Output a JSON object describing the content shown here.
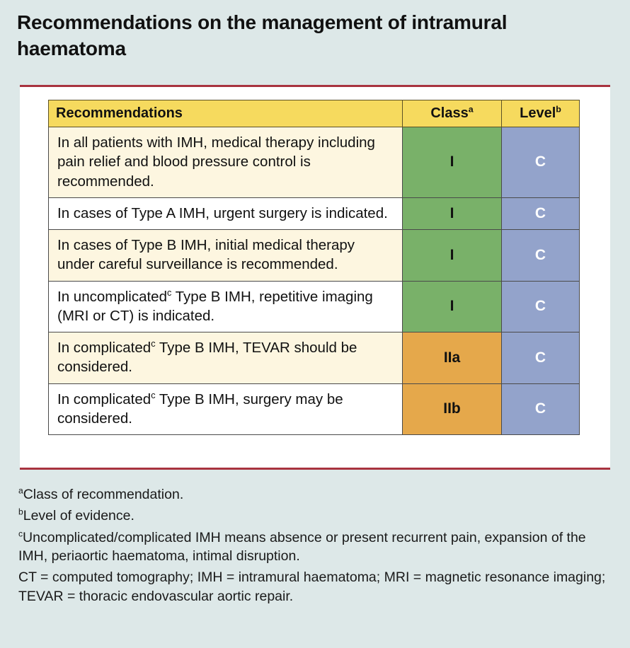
{
  "document": {
    "title": "Recommendations on the management of intramural haematoma"
  },
  "table": {
    "headers": {
      "recommendations": "Recommendations",
      "class": "Class",
      "class_sup": "a",
      "level": "Level",
      "level_sup": "b"
    },
    "rows": [
      {
        "recommendation": "In all patients with IMH, medical therapy including pain relief and blood pressure control is recommended.",
        "recommendation_sup": "",
        "recommendation_tail": "",
        "class": "I",
        "class_color": "#79b169",
        "level": "C",
        "level_color": "#93a3cb",
        "row_bg": "#fdf6e0"
      },
      {
        "recommendation": "In cases of Type A IMH, urgent surgery is indicated.",
        "recommendation_sup": "",
        "recommendation_tail": "",
        "class": "I",
        "class_color": "#79b169",
        "level": "C",
        "level_color": "#93a3cb",
        "row_bg": "#ffffff"
      },
      {
        "recommendation": "In cases of Type B IMH, initial medical therapy under careful surveillance is recommended.",
        "recommendation_sup": "",
        "recommendation_tail": "",
        "class": "I",
        "class_color": "#79b169",
        "level": "C",
        "level_color": "#93a3cb",
        "row_bg": "#fdf6e0"
      },
      {
        "recommendation": "In uncomplicated",
        "recommendation_sup": "c",
        "recommendation_tail": " Type B IMH, repetitive imaging (MRI or CT) is indicated.",
        "class": "I",
        "class_color": "#79b169",
        "level": "C",
        "level_color": "#93a3cb",
        "row_bg": "#ffffff"
      },
      {
        "recommendation": "In complicated",
        "recommendation_sup": "c",
        "recommendation_tail": " Type B IMH, TEVAR should be considered.",
        "class": "IIa",
        "class_color": "#e5a84b",
        "level": "C",
        "level_color": "#93a3cb",
        "row_bg": "#fdf6e0"
      },
      {
        "recommendation": "In complicated",
        "recommendation_sup": "c",
        "recommendation_tail": " Type B IMH, surgery may be considered.",
        "class": "IIb",
        "class_color": "#e5a84b",
        "level": "C",
        "level_color": "#93a3cb",
        "row_bg": "#ffffff"
      }
    ]
  },
  "footnotes": {
    "a_marker": "a",
    "a_text": "Class of recommendation.",
    "b_marker": "b",
    "b_text": "Level of evidence.",
    "c_marker": "c",
    "c_text": "Uncomplicated/complicated IMH means absence or present recurrent pain, expansion of the IMH, periaortic haematoma, intimal disruption.",
    "abbreviations": "CT = computed tomography; IMH = intramural haematoma; MRI = magnetic resonance imaging; TEVAR = thoracic endovascular aortic repair."
  },
  "colors": {
    "page_background": "#dde8e8",
    "card_background": "#ffffff",
    "rule": "#a8333f",
    "header_yellow": "#f6da5e",
    "class_green": "#79b169",
    "class_orange": "#e5a84b",
    "level_blue": "#93a3cb",
    "alt_row_cream": "#fdf6e0"
  }
}
